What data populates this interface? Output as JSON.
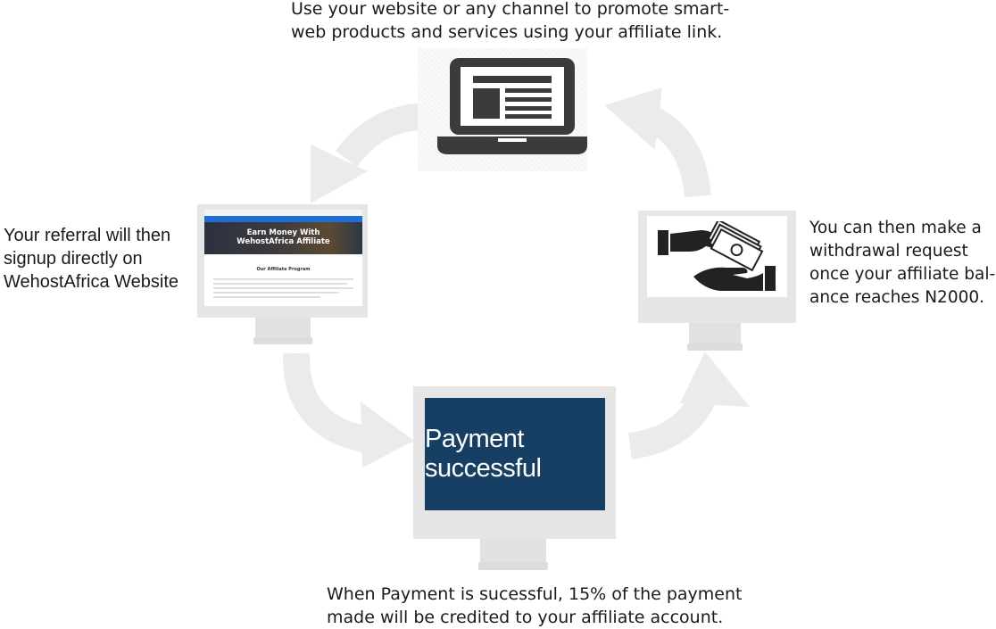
{
  "captions": {
    "top": "Use your website or any channel to promote smart-web products and services using your affiliate link.",
    "right": "You can then make a withdrawal request once your affiliate bal-ance reaches N2000.",
    "left": "Your referral will then signup directly on WehostAfrica Website",
    "bottom": "When Payment is sucessful, 15% of the payment made will be credited to your affiliate account."
  },
  "left_screen": {
    "hero_title_line1": "Earn Money With",
    "hero_title_line2": "WehostAfrica Affiliate",
    "section_title": "Our Affiliate Program"
  },
  "bottom_screen": {
    "message": "Payment successful"
  },
  "colors": {
    "arrow": "#ebebeb",
    "monitor": "#e6e6e6",
    "laptop": "#3b3b3b",
    "success_bg": "#163f63"
  },
  "icons": [
    "laptop-icon",
    "hand-money-icon"
  ]
}
